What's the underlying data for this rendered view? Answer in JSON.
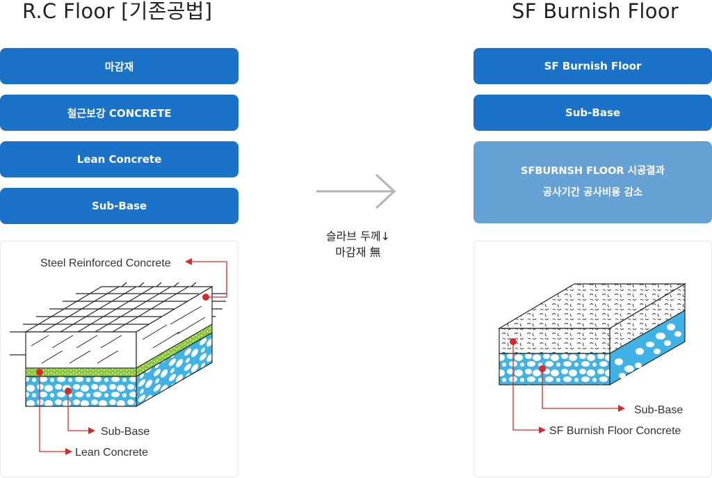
{
  "left": {
    "title": "R.C Floor [기존공법]",
    "layers": [
      "마감재",
      "철근보강 CONCRETE",
      "Lean Concrete",
      "Sub-Base"
    ],
    "labels": {
      "top": "Steel Reinforced Concrete",
      "mid": "Sub-Base",
      "bottom": "Lean Concrete"
    }
  },
  "right": {
    "title": "SF Burnish Floor",
    "layers": [
      "SF Burnish Floor",
      "Sub-Base"
    ],
    "highlight": [
      "SFBURNSH FLOOR 시공결과",
      "공사기간 공사비용 감소"
    ],
    "labels": {
      "mid": "Sub-Base",
      "bottom": "SF Burnish Floor Concrete"
    }
  },
  "middle": {
    "line1": "슬라브 두께↓",
    "line2": "마감재 無"
  },
  "colors": {
    "layer_blue": "#1a73c8",
    "highlight_blue": "#66a1d5",
    "subbase_cyan": "#3fb3e6",
    "lean_green": "#8dc63f",
    "pointer_red": "#d42a2a"
  }
}
